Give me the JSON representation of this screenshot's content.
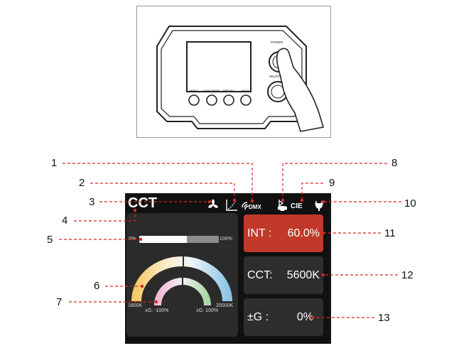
{
  "illustration": {
    "buttons": [
      {
        "label": "POWER"
      },
      {
        "label": "SELECT"
      },
      {
        "label": "MENU"
      },
      {
        "label": "LIGHT MODE"
      },
      {
        "label": "PRESET"
      },
      {
        "label": "BACK"
      }
    ]
  },
  "callouts": [
    "1",
    "2",
    "3",
    "4",
    "5",
    "6",
    "7",
    "8",
    "9",
    "10",
    "11",
    "12",
    "13"
  ],
  "screen": {
    "mode_title": "CCT",
    "status_icons": {
      "dmx_label": "DMX",
      "cie_label": "CIE",
      "icon_names": [
        "fan-icon",
        "curve-icon",
        "dmx-icon",
        "bluetooth-icon",
        "cie-icon",
        "power-plug-icon"
      ]
    },
    "bar": {
      "min_label": "0%",
      "max_label": "100%",
      "level": 0.6
    },
    "arc": {
      "cct_min": "1800K",
      "cct_max": "20000K",
      "g_min": "±G: -100%",
      "g_max": "±G: 100%"
    },
    "int": {
      "label": "INT :",
      "value": "60.0%"
    },
    "cct": {
      "label": "CCT:",
      "value": "5600K"
    },
    "g": {
      "label": "±G :",
      "value": "0%"
    }
  },
  "colors": {
    "accent_red": "#c0392b",
    "callout_line": "#d9281e",
    "screen_bg": "#111111",
    "panel_bg": "#2b2b2b"
  }
}
